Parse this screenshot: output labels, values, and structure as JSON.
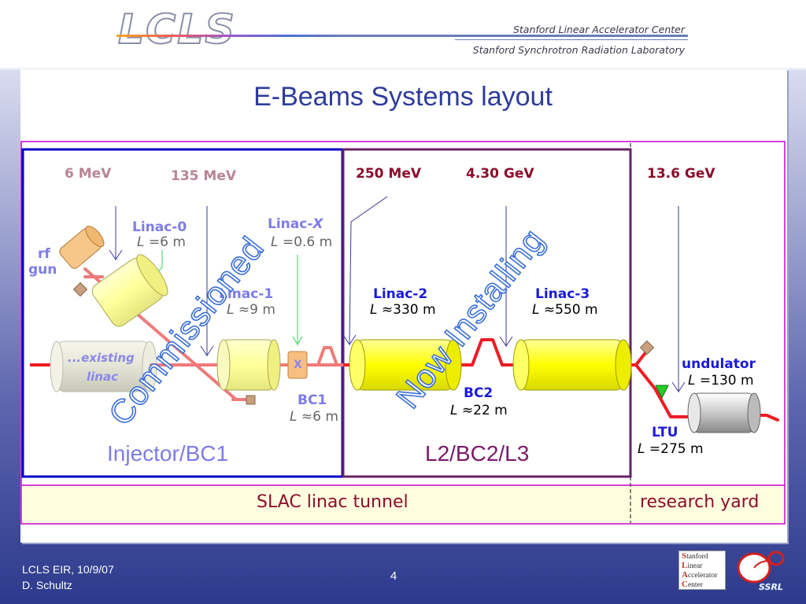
{
  "header": {
    "logo_text": "LCLS",
    "org_line1": "Stanford Linear Accelerator Center",
    "org_line2": "Stanford Synchrotron Radiation Laboratory"
  },
  "title": "E-Beams Systems layout",
  "energies": {
    "e1": "6 MeV",
    "e2": "135 MeV",
    "e3": "250 MeV",
    "e4": "4.30 GeV",
    "e5": "13.6 GeV"
  },
  "components": {
    "rf_gun_1": "rf",
    "rf_gun_2": "gun",
    "linac0": "Linac-0",
    "linac0_len": "=6 m",
    "linacx_prefix": "Linac-",
    "linacx_suffix": "X",
    "linacx_len": "=0.6 m",
    "linac1": "Linac-1",
    "linac1_len": "≈9 m",
    "existing_1": "...existing",
    "existing_2": "linac",
    "x_label": "X",
    "bc1": "BC1",
    "bc1_len": "≈6 m",
    "linac2": "Linac-2",
    "linac2_len": "≈330 m",
    "linac3": "Linac-3",
    "linac3_len": "≈550 m",
    "bc2": "BC2",
    "bc2_len": "≈22 m",
    "undulator": "undulator",
    "undulator_len": "=130 m",
    "ltu": "LTU",
    "ltu_len": "=275 m",
    "length_symbol": "L"
  },
  "sections": {
    "injector": "Injector/BC1",
    "l2l3": "L2/BC2/L3",
    "tunnel": "SLAC linac tunnel",
    "yard": "research yard"
  },
  "stamps": {
    "commissioned": "Commissioned",
    "installing": "Now Installing"
  },
  "footer": {
    "line1": "LCLS EIR, 10/9/07",
    "line2": "D. Schultz",
    "page": "4"
  },
  "slac_logo": {
    "l1": "tanford",
    "c1": "S",
    "l2": "inear",
    "c2": "L",
    "l3": "ccelerator",
    "c3": "A",
    "l4": "enter",
    "c4": "C"
  },
  "ssrl_logo_text": "SSRL",
  "colors": {
    "title": "#2e3c9c",
    "energy": "#8b0d2a",
    "component": "#1a1adc",
    "beamline": "#ee1c24",
    "linac_fill": "#ffff00",
    "stamp_outline": "#3a6fd8"
  }
}
